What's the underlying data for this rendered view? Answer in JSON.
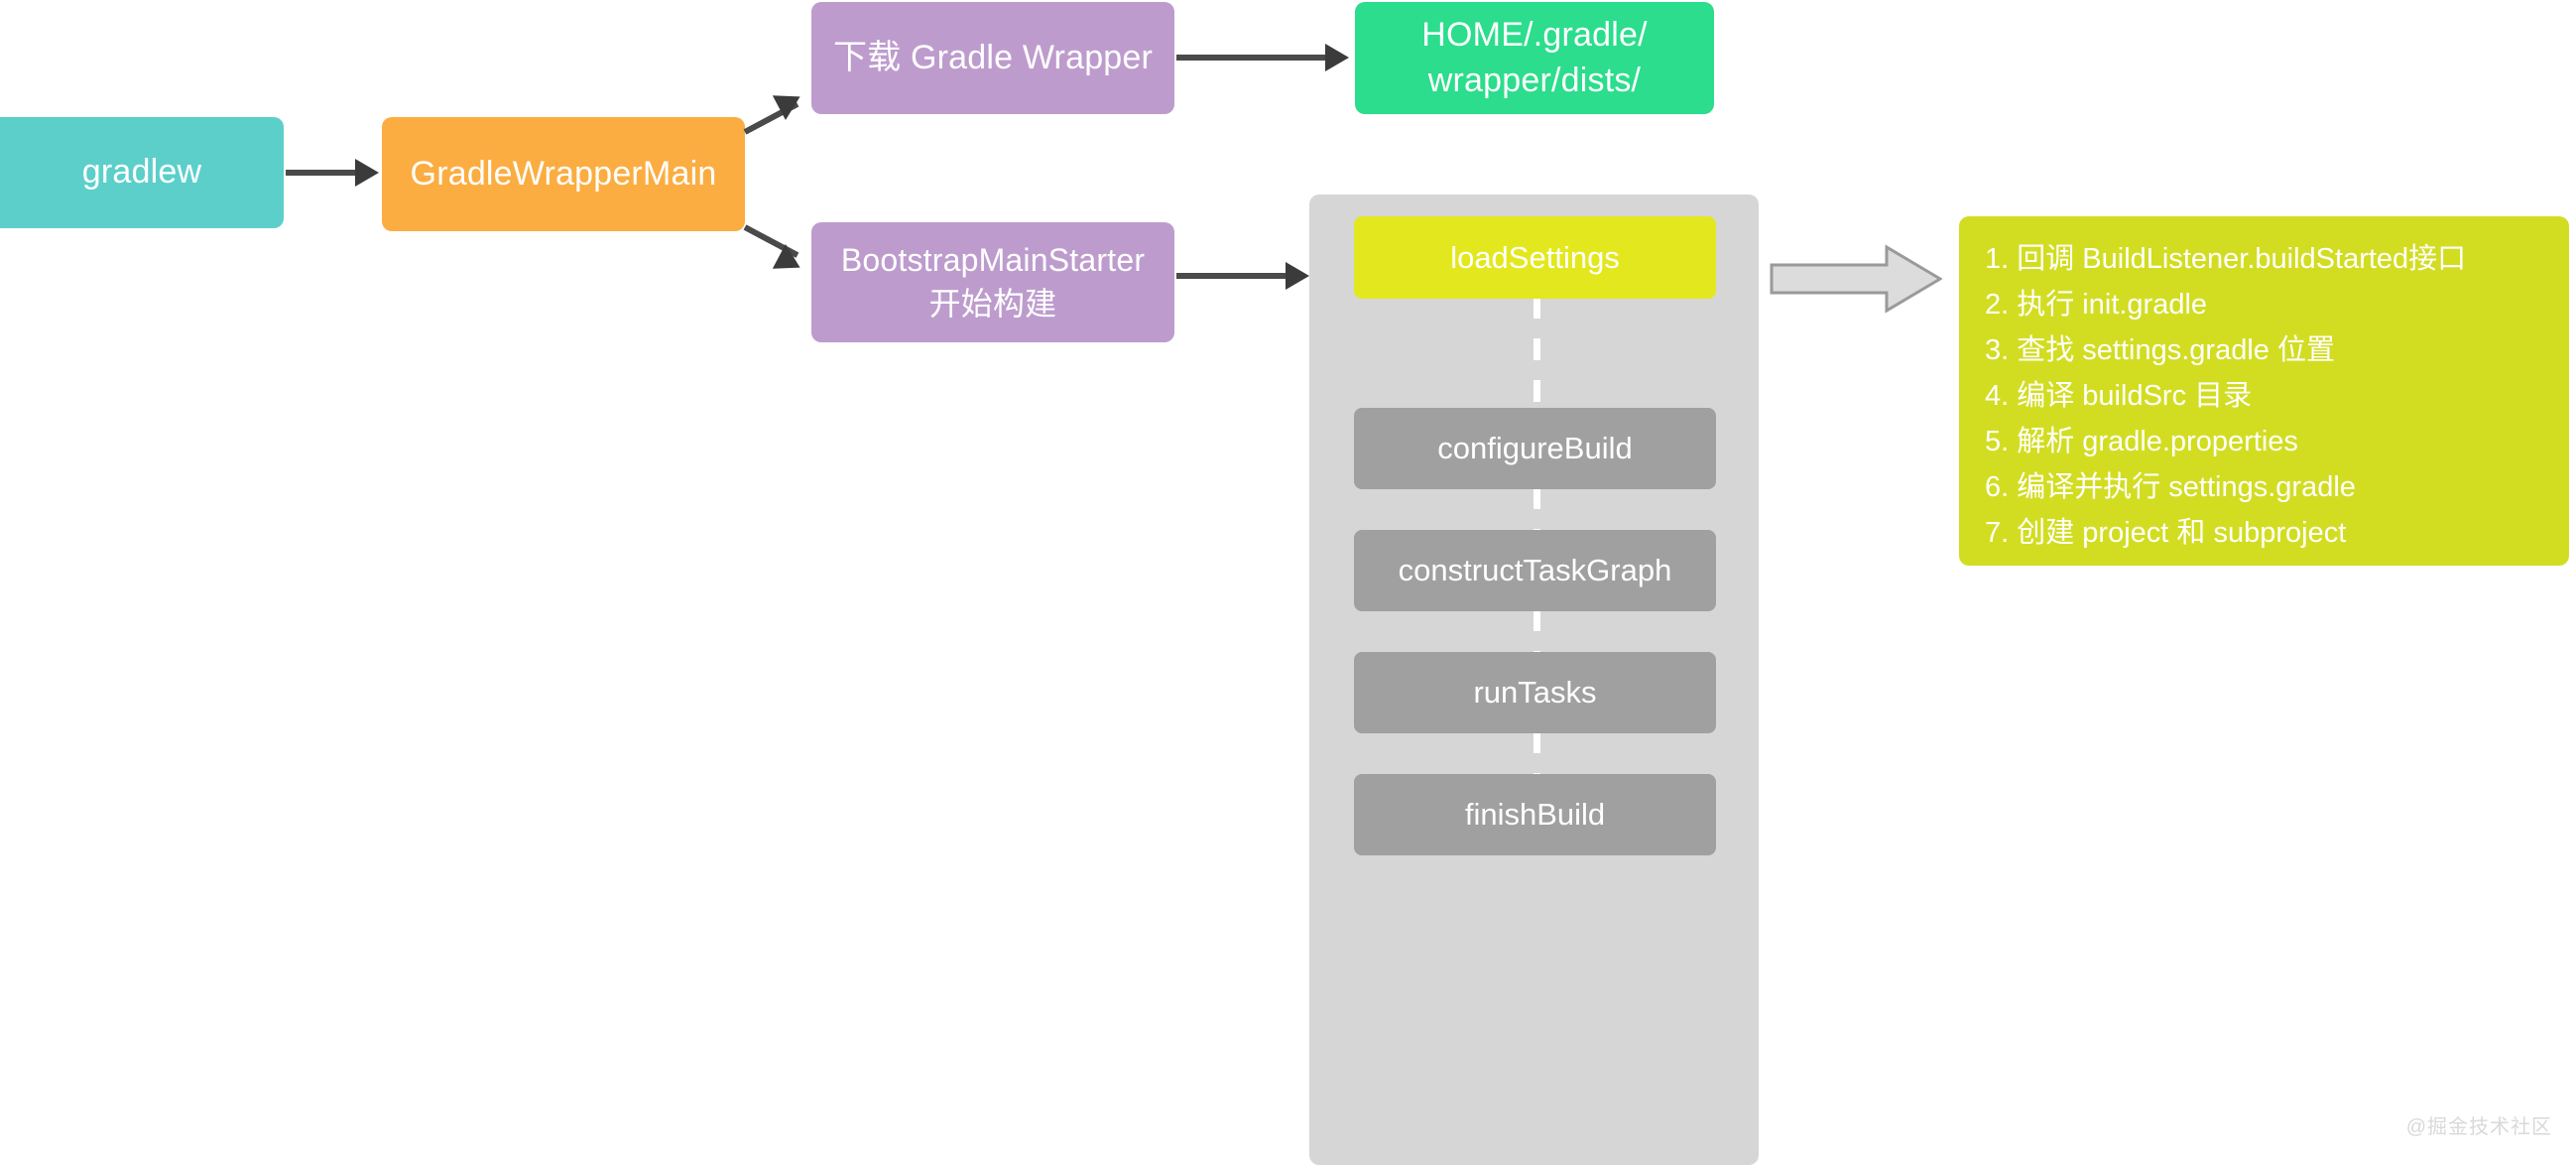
{
  "diagram": {
    "title": "Gradle build lifecycle flow",
    "nodes": {
      "gradlew": {
        "label": "gradlew",
        "color": "#5ccfca"
      },
      "gradle_wrapper_main": {
        "label": "GradleWrapperMain",
        "color": "#fbad42"
      },
      "download_wrapper": {
        "label": "下载 Gradle Wrapper",
        "color": "#bd9ccd"
      },
      "home_dists": {
        "label": "HOME/.gradle/\nwrapper/dists/",
        "color": "#2bdd8c"
      },
      "bootstrap_main_starter": {
        "label": "BootstrapMainStarter\n开始构建",
        "color": "#bd9ccd"
      }
    },
    "lifecycle_container": {
      "color": "#d6d6d6",
      "stages": [
        {
          "label": "loadSettings",
          "color": "#e3e81e",
          "highlight": true
        },
        {
          "label": "configureBuild",
          "color": "#a0a0a0",
          "highlight": false
        },
        {
          "label": "constructTaskGraph",
          "color": "#a0a0a0",
          "highlight": false
        },
        {
          "label": "runTasks",
          "color": "#a0a0a0",
          "highlight": false
        },
        {
          "label": "finishBuild",
          "color": "#a0a0a0",
          "highlight": false
        }
      ]
    },
    "detail_list": {
      "color": "#d2dd22",
      "items": [
        "1. 回调 BuildListener.buildStarted接口",
        "2. 执行 init.gradle",
        "3. 查找 settings.gradle 位置",
        "4. 编译 buildSrc 目录",
        "5. 解析 gradle.properties",
        "6. 编译并执行 settings.gradle",
        "7. 创建 project 和 subproject"
      ]
    },
    "watermark": "@掘金技术社区"
  }
}
